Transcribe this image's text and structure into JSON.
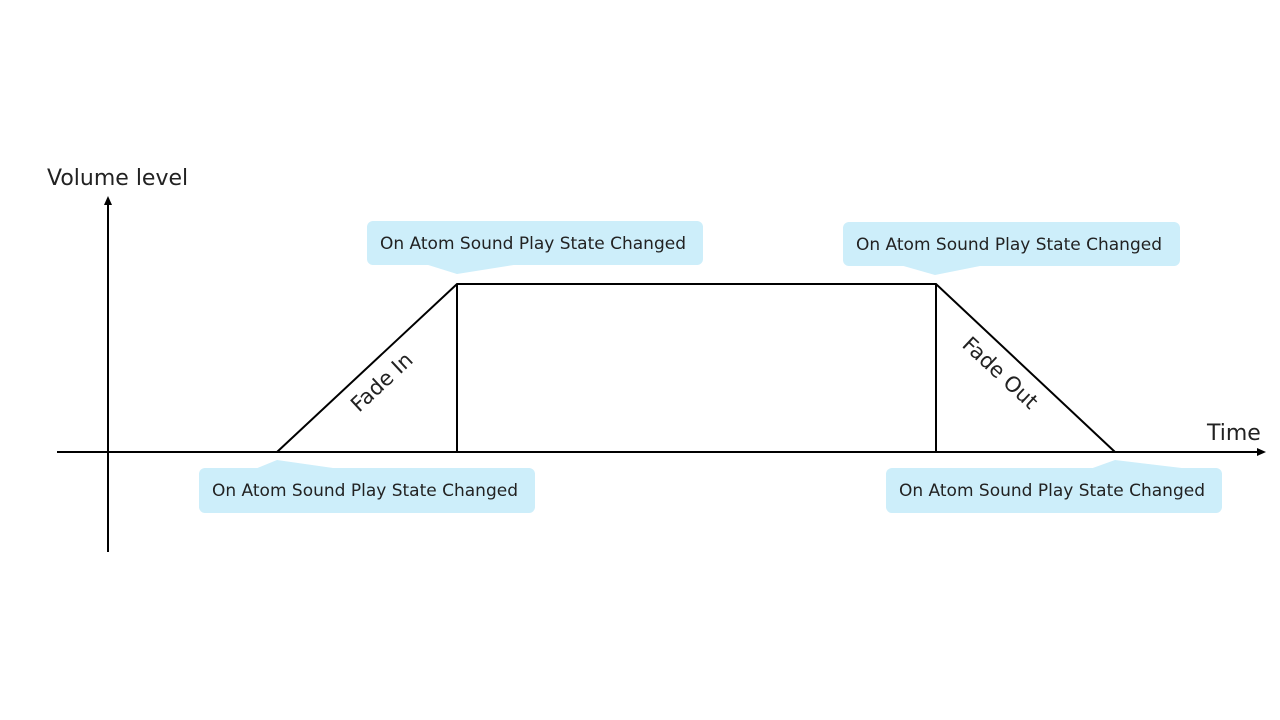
{
  "axes": {
    "y_label": "Volume level",
    "x_label": "Time"
  },
  "phases": {
    "fade_in": "Fade In",
    "fade_out": "Fade Out"
  },
  "callouts": [
    {
      "text": "On Atom Sound Play State Changed"
    },
    {
      "text": "On Atom Sound Play State Changed"
    },
    {
      "text": "On Atom Sound Play State Changed"
    },
    {
      "text": "On Atom Sound Play State Changed"
    }
  ],
  "colors": {
    "callout_fill": "#cdeefa",
    "line": "#000000"
  }
}
